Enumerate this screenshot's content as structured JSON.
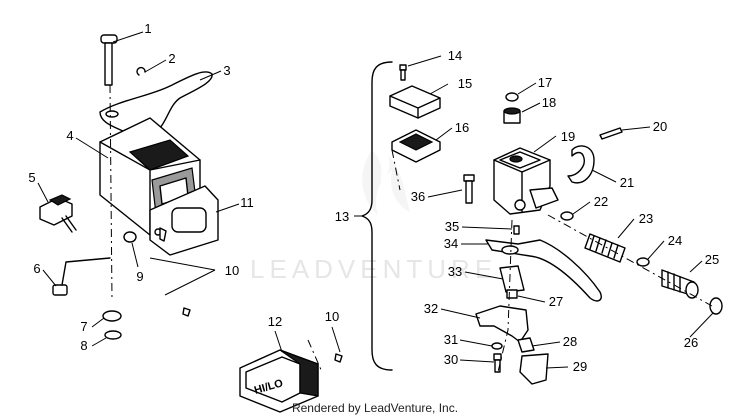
{
  "watermark": "LEADVENTURE",
  "footer": "Rendered by LeadVenture, Inc.",
  "plate_label": "HI/LO",
  "callouts": [
    "1",
    "2",
    "3",
    "4",
    "5",
    "6",
    "7",
    "8",
    "9",
    "10",
    "11",
    "12",
    "13",
    "14",
    "15",
    "16",
    "17",
    "18",
    "19",
    "20",
    "21",
    "22",
    "23",
    "24",
    "25",
    "26",
    "27",
    "28",
    "29",
    "30",
    "31",
    "32",
    "33",
    "34",
    "35",
    "36"
  ],
  "callout_10_repeat": "10"
}
